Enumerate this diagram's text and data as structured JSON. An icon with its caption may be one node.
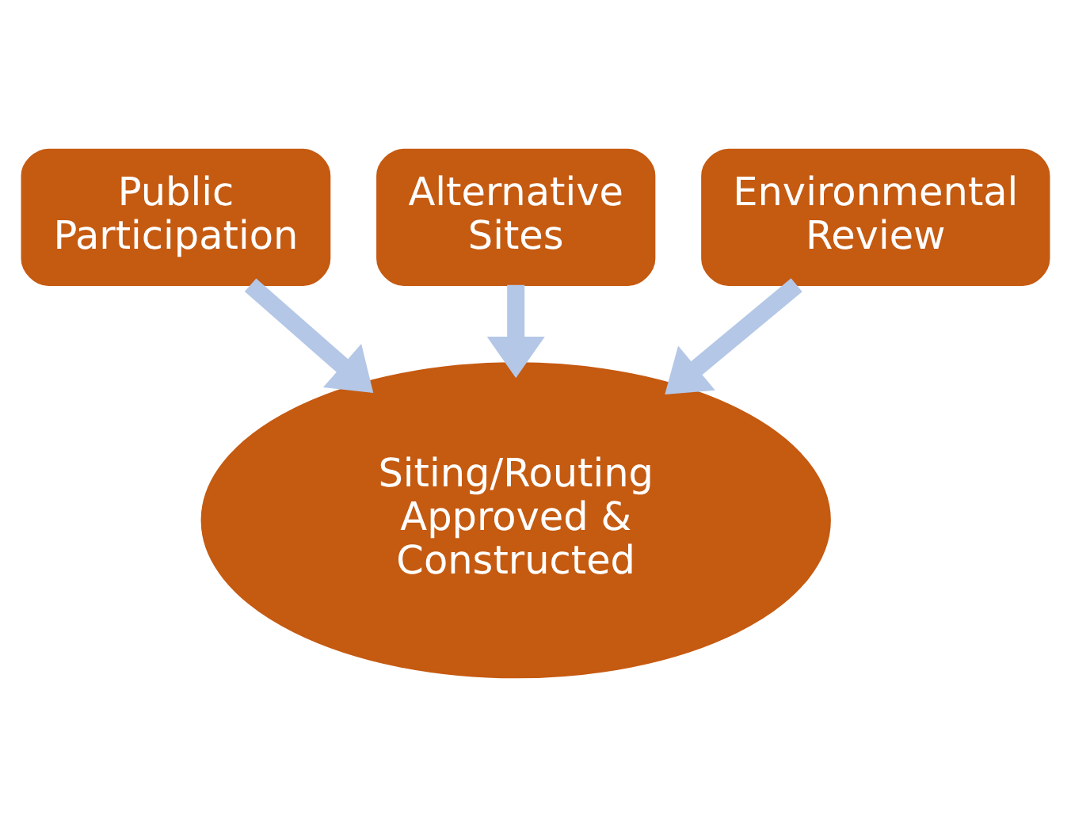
{
  "diagram": {
    "nodes": [
      {
        "text": [
          "Public Participation"
        ]
      },
      {
        "text": [
          "Alternative Sites"
        ]
      },
      {
        "text": [
          "Environmental Review"
        ]
      },
      {
        "text": [
          "Siting/Routing Approved & Constructed"
        ]
      }
    ],
    "edges": [
      {
        "from": 0,
        "to": 3,
        "arrow": "to"
      },
      {
        "from": 1,
        "to": 3,
        "arrow": "to"
      },
      {
        "from": 2,
        "to": 3,
        "arrow": "to"
      }
    ]
  }
}
